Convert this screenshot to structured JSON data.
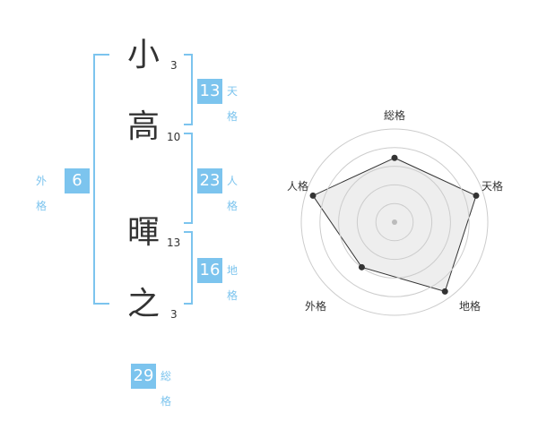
{
  "name_chars": [
    {
      "char": "小",
      "strokes": "3"
    },
    {
      "char": "高",
      "strokes": "10"
    },
    {
      "char": "暉",
      "strokes": "13"
    },
    {
      "char": "之",
      "strokes": "3"
    }
  ],
  "fortunes": {
    "tenkaku": {
      "value": "13",
      "label": "天格"
    },
    "jinkaku": {
      "value": "23",
      "label": "人格"
    },
    "chikaku": {
      "value": "16",
      "label": "地格"
    },
    "gaikaku": {
      "value": "6",
      "label": "外格"
    },
    "soukaku": {
      "value": "29",
      "label": "総格"
    }
  },
  "colors": {
    "accent": "#7cc4ee",
    "text": "#333333",
    "radar_fill": "#eeeeee",
    "ring": "#cccccc"
  },
  "chart_data": {
    "type": "radar",
    "axes": [
      "総格",
      "天格",
      "地格",
      "外格",
      "人格"
    ],
    "values": [
      0.75,
      1.0,
      1.0,
      0.65,
      1.0
    ],
    "max": 1.0,
    "rings": 4,
    "grid": true
  }
}
